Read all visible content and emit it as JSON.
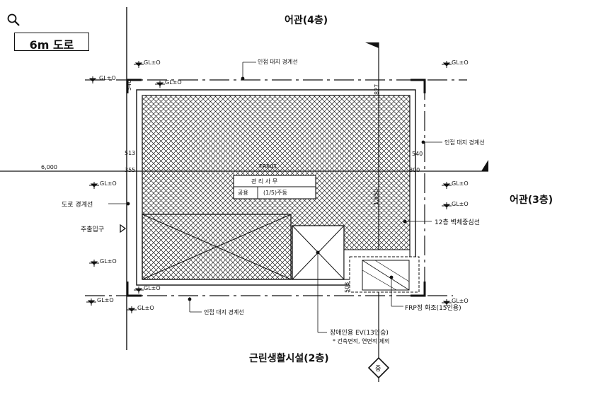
{
  "zoom_icon": "magnifier-icon",
  "road_label": "6m 도로",
  "north_building": "어관(4층)",
  "east_building": "어관(3층)",
  "south_building": "근린생활시설(2층)",
  "ground_level": "GL±O",
  "boundary": {
    "north": "인접 대지 경계선",
    "east": "인접 대지 경계선",
    "south": "인접 대지 경계선",
    "road": "도로 경계선"
  },
  "entrance": "주출입구",
  "wall_line": "12층 벽체중심선",
  "frp_tank": "FRP정 화조(15인용)",
  "elevator": {
    "line1": "장애인용 EV(13인승)",
    "line2": "* 건축면적, 연면적 제외"
  },
  "room": {
    "title": "관 리 사 무",
    "cell_left": "공용",
    "cell_right": "(1/5)주동"
  },
  "center_label": "FR801",
  "dims": {
    "west_road": "6,000",
    "top_left": "540",
    "left_mid": "513",
    "left_low": "355",
    "right_mid": "540",
    "right_low": "800",
    "top_right": "827",
    "vertical": "1,650",
    "bottom": "508"
  },
  "north_marker": "중",
  "colors": {
    "line": "#111111",
    "hatch": "#222222",
    "paper": "#ffffff"
  }
}
